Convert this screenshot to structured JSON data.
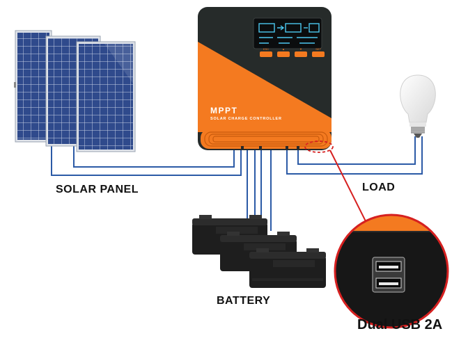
{
  "labels": {
    "solar_panel": "SOLAR PANEL",
    "load": "LOAD",
    "battery": "BATTERY",
    "usb": "Dual USB 2A"
  },
  "controller": {
    "brand": "MPPT",
    "subtitle": "SOLAR CHARGE CONTROLLER",
    "buttons": [
      "ESC",
      "▲",
      "▼",
      "SET"
    ]
  },
  "colors": {
    "orange": "#f47a20",
    "dark_body": "#262b2a",
    "wire": "#2b5aa6",
    "callout": "#d62020",
    "panel_cell": "#2f4a8c",
    "battery": "#1e1e1e"
  },
  "icons": [
    "solar-panel-icon",
    "charge-controller-icon",
    "battery-icon",
    "light-bulb-icon",
    "usb-port-icon"
  ]
}
